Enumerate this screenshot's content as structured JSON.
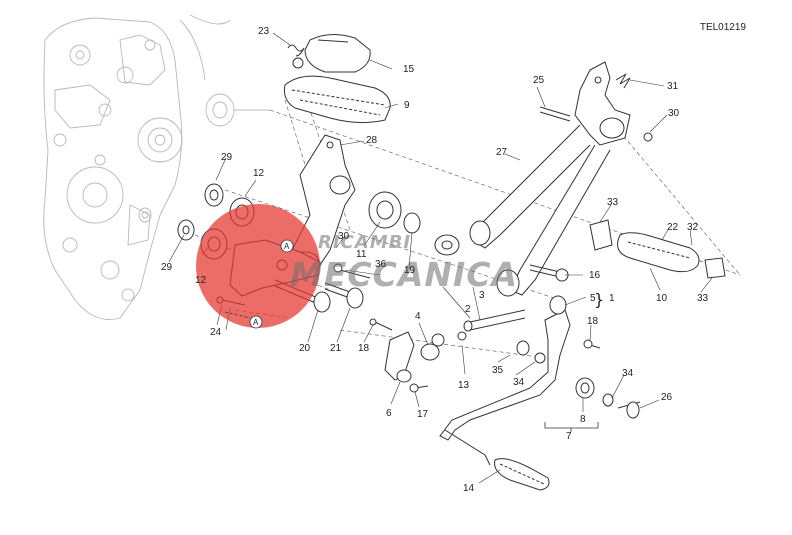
{
  "drawing_code": "TEL01219",
  "watermark": {
    "line1": "RICAMBI",
    "line2": "MECCANICA",
    "circle_color": "#e5342c"
  },
  "view_markers": [
    "A",
    "A"
  ],
  "callouts": [
    "1",
    "2",
    "3",
    "4",
    "5",
    "6",
    "7",
    "8",
    "9",
    "10",
    "11",
    "12",
    "12",
    "13",
    "14",
    "15",
    "16",
    "17",
    "18",
    "18",
    "19",
    "20",
    "21",
    "22",
    "23",
    "24",
    "25",
    "26",
    "27",
    "28",
    "29",
    "29",
    "30",
    "30",
    "31",
    "32",
    "33",
    "33",
    "34",
    "34",
    "35",
    "36"
  ],
  "line_color": "#333333",
  "ghost_color": "#b8b8b8"
}
